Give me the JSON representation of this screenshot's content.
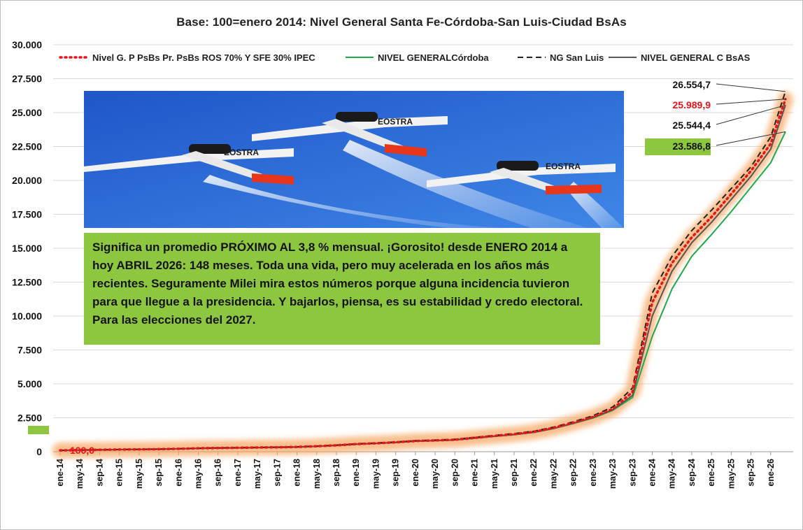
{
  "colors": {
    "santa_fe": "#e8141b",
    "cordoba": "#1eaa4e",
    "san_luis": "#222222",
    "caba": "#555555",
    "glow": "#f7a25c",
    "note_bg": "#8dc63f",
    "label_bg_green": "#8dc63f"
  },
  "note": {
    "text": "Significa un promedio PRÓXIMO AL 3,8 % mensual. ¡Gorosito! desde ENERO 2014 a hoy ABRIL 2026: 148 meses. Toda una vida, pero muy acelerada en los años más recientes. Seguramente Milei mira estos números porque alguna incidencia tuvieron para que llegue a la presidencia. Y bajarlos, piensa, es su estabilidad y credo electoral. Para las elecciones del 2027."
  },
  "photo": {
    "plane_marking": "EOSTRA"
  },
  "chart_data": {
    "type": "line",
    "title": "Base: 100=enero 2014: Nivel General Santa Fe-Córdoba-San Luis-Ciudad BsAs",
    "xlabel": "",
    "ylabel": "",
    "ylim": [
      0,
      30000
    ],
    "yticks": [
      "0",
      "2.500",
      "5.000",
      "7.500",
      "10.000",
      "12.500",
      "15.000",
      "17.500",
      "20.000",
      "22.500",
      "25.000",
      "27.500",
      "30.000"
    ],
    "ytick_values": [
      0,
      2500,
      5000,
      7500,
      10000,
      12500,
      15000,
      17500,
      20000,
      22500,
      25000,
      27500,
      30000
    ],
    "grid": "horizontal",
    "legend_position": "top",
    "x_labels": [
      "ene-14",
      "may-14",
      "sep-14",
      "ene-15",
      "may-15",
      "sep-15",
      "ene-16",
      "may-16",
      "sep-16",
      "ene-17",
      "may-17",
      "sep-17",
      "ene-18",
      "may-18",
      "sep-18",
      "ene-19",
      "may-19",
      "sep-19",
      "ene-20",
      "may-20",
      "sep-20",
      "ene-21",
      "may-21",
      "sep-21",
      "ene-22",
      "may-22",
      "sep-22",
      "ene-23",
      "may-23",
      "sep-23",
      "ene-24",
      "may-24",
      "sep-24",
      "ene-25",
      "may-25",
      "sep-25",
      "ene-26"
    ],
    "x_months": [
      "ene-14",
      "may-14",
      "sep-14",
      "ene-15",
      "may-15",
      "sep-15",
      "ene-16",
      "may-16",
      "sep-16",
      "ene-17",
      "may-17",
      "sep-17",
      "ene-18",
      "may-18",
      "sep-18",
      "ene-19",
      "may-19",
      "sep-19",
      "ene-20",
      "may-20",
      "sep-20",
      "ene-21",
      "may-21",
      "sep-21",
      "ene-22",
      "may-22",
      "sep-22",
      "ene-23",
      "may-23",
      "sep-23",
      "ene-24",
      "may-24",
      "sep-24",
      "ene-25",
      "may-25",
      "sep-25",
      "ene-26",
      "abr-26"
    ],
    "series": [
      {
        "key": "santa_fe",
        "name": "Nivel G. P PsBs Pr. PsBs ROS 70% Y SFE 30% IPEC",
        "style": "dotted",
        "values": [
          100,
          118,
          138,
          158,
          172,
          187,
          213,
          250,
          272,
          287,
          307,
          327,
          350,
          400,
          470,
          560,
          620,
          690,
          790,
          830,
          880,
          1020,
          1160,
          1290,
          1460,
          1750,
          2130,
          2560,
          3150,
          4400,
          11000,
          13900,
          15800,
          17300,
          19000,
          20700,
          22700,
          25990
        ],
        "end_label": "25.989,9"
      },
      {
        "key": "cordoba",
        "name": "NIVEL GENERALCórdoba",
        "style": "solid",
        "values": [
          100,
          117,
          135,
          154,
          168,
          182,
          207,
          243,
          265,
          280,
          300,
          320,
          342,
          390,
          460,
          545,
          605,
          675,
          770,
          810,
          860,
          990,
          1130,
          1255,
          1420,
          1700,
          2070,
          2480,
          3050,
          4000,
          8500,
          12000,
          14400,
          16000,
          17700,
          19500,
          21300,
          23587
        ],
        "end_label": "23.586,8"
      },
      {
        "key": "san_luis",
        "name": "NG San Luis",
        "style": "dashed",
        "values": [
          100,
          119,
          140,
          160,
          175,
          190,
          217,
          255,
          278,
          294,
          315,
          336,
          360,
          412,
          485,
          578,
          640,
          712,
          815,
          858,
          910,
          1055,
          1200,
          1335,
          1510,
          1810,
          2200,
          2650,
          3300,
          4700,
          11700,
          14400,
          16300,
          17800,
          19400,
          21000,
          23200,
          26555
        ],
        "end_label": "26.554,7"
      },
      {
        "key": "caba",
        "name": "NIVEL GENERAL C BsAS",
        "style": "solid",
        "values": [
          100,
          117,
          136,
          156,
          170,
          185,
          210,
          246,
          268,
          283,
          303,
          323,
          346,
          395,
          465,
          552,
          612,
          682,
          780,
          820,
          870,
          1005,
          1145,
          1272,
          1440,
          1725,
          2100,
          2520,
          3100,
          4150,
          10000,
          13300,
          15400,
          16900,
          18600,
          20300,
          22300,
          25544
        ],
        "end_label": "25.544,4"
      }
    ],
    "annotations": [
      {
        "text": "100,0",
        "position": "first point"
      }
    ]
  }
}
